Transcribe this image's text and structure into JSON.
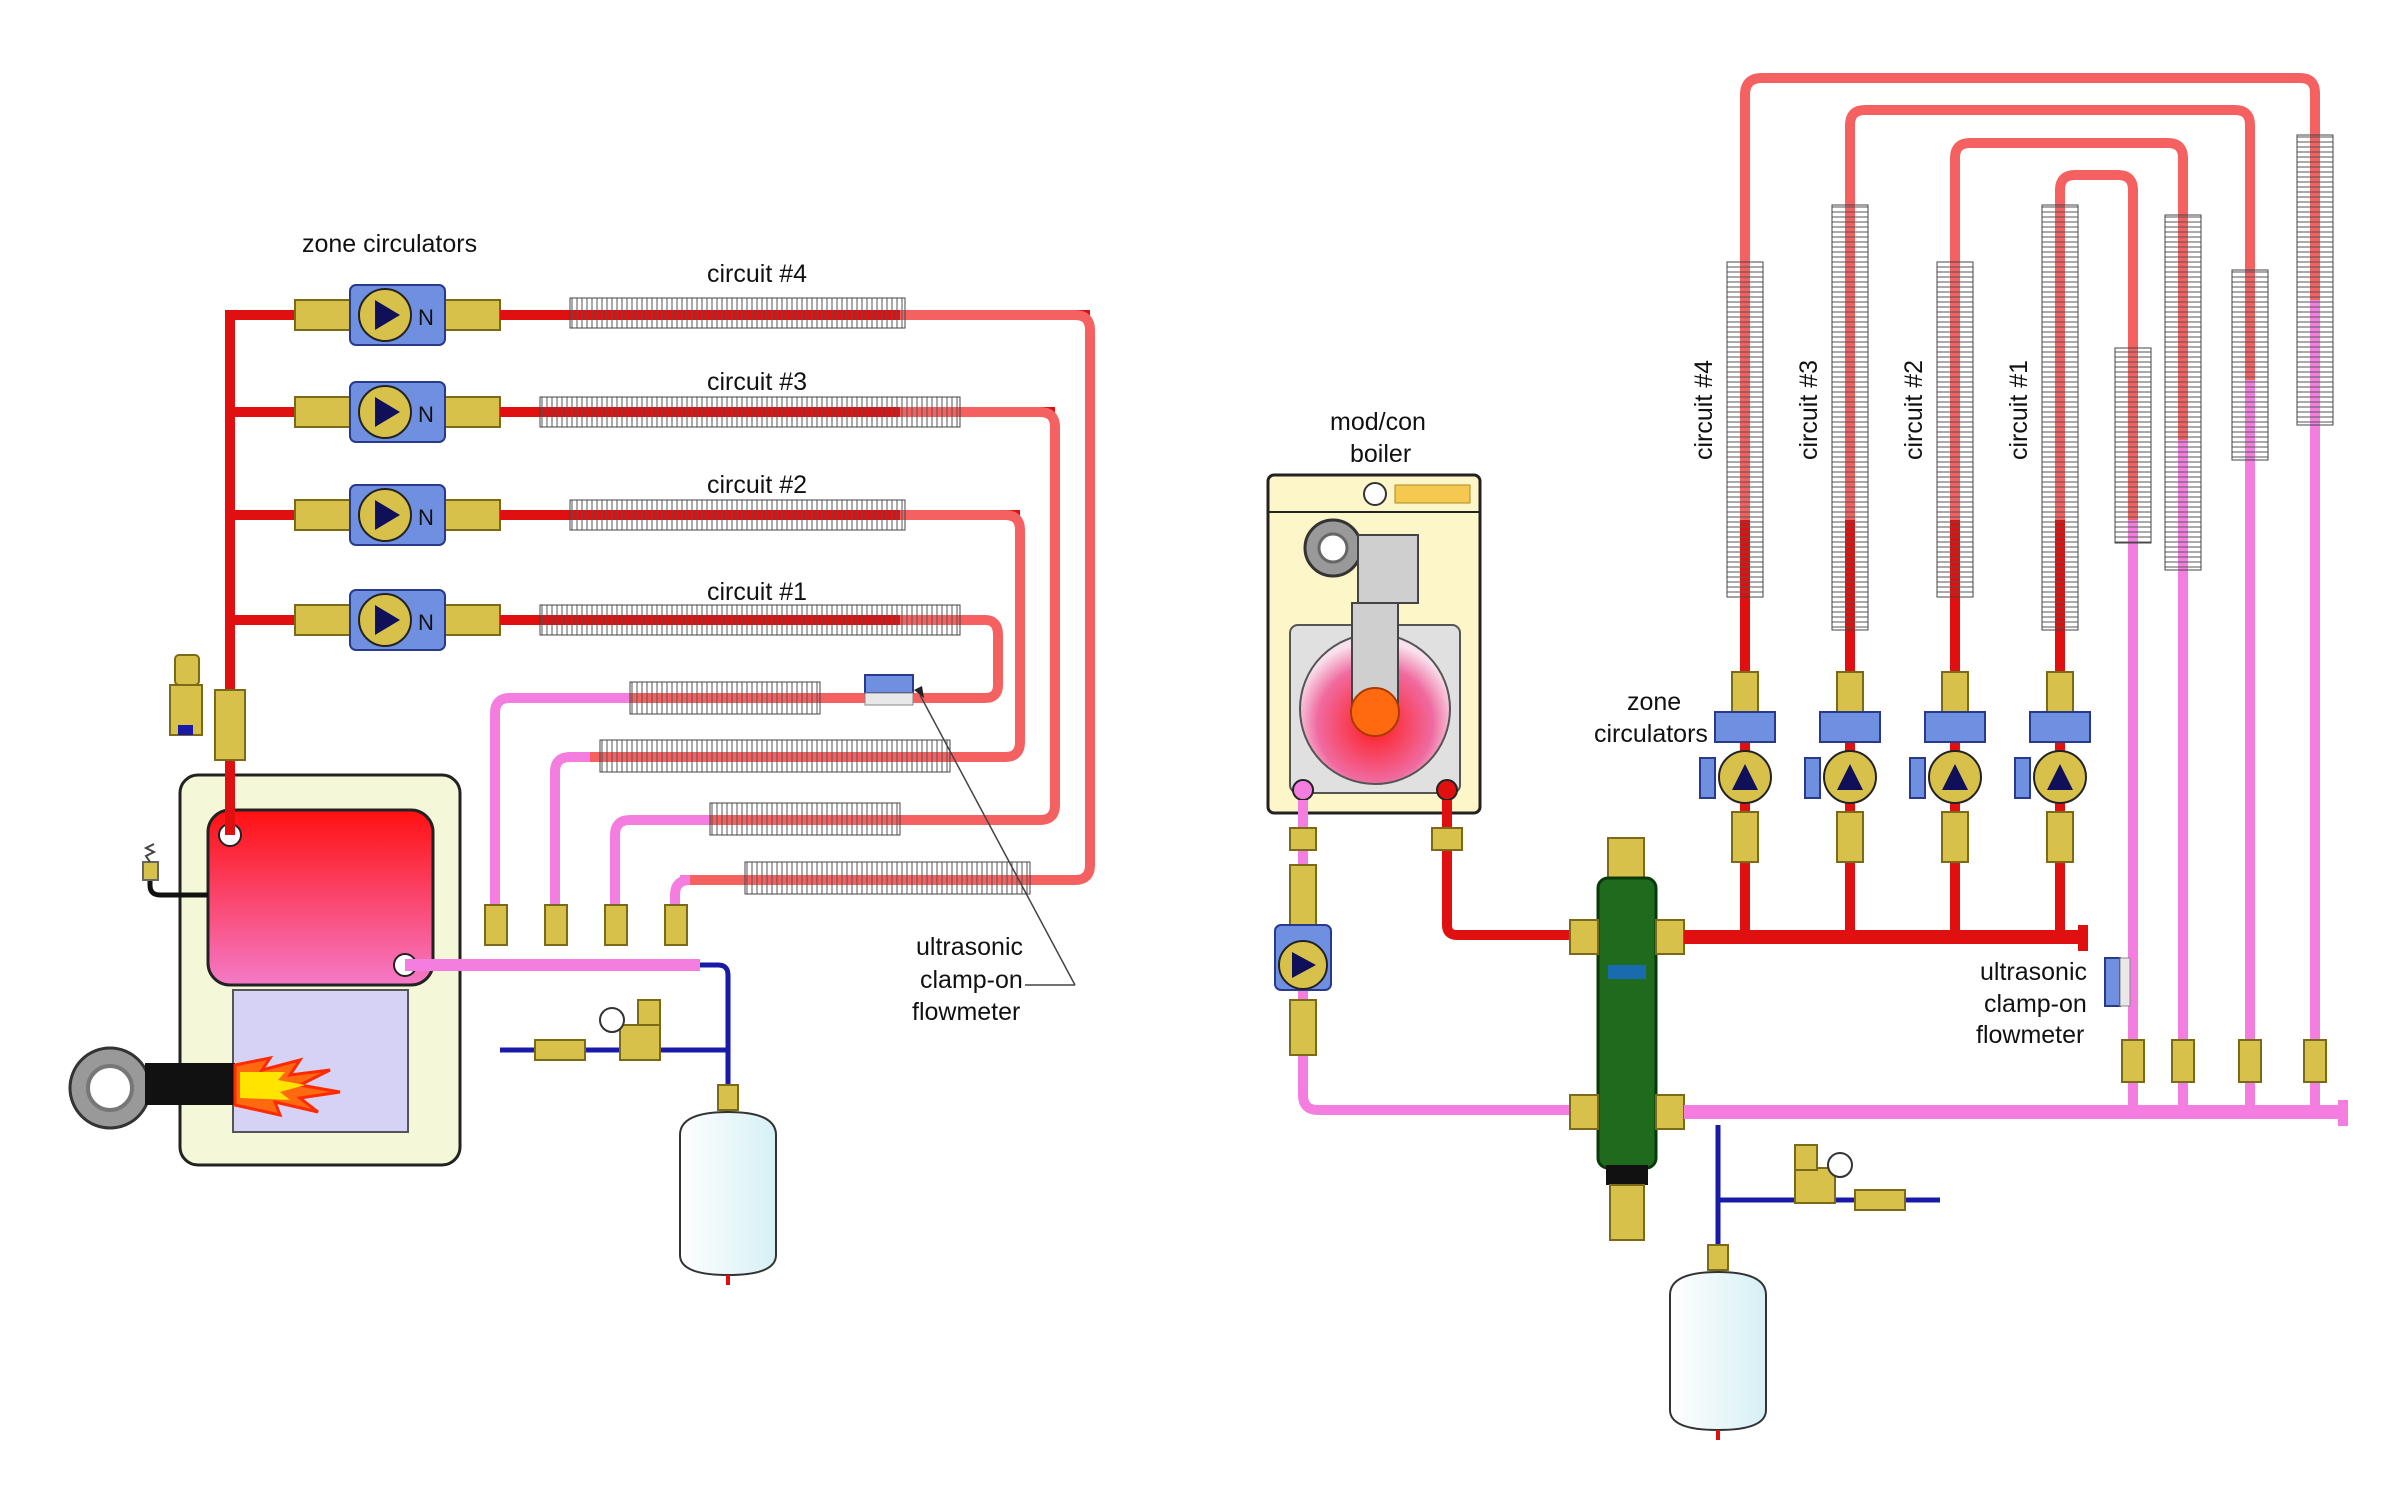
{
  "left_system": {
    "zone_circulators_label": "zone circulators",
    "circuits": [
      "circuit #4",
      "circuit #3",
      "circuit #2",
      "circuit #1"
    ],
    "flowmeter_label": [
      "ultrasonic",
      "clamp-on",
      "flowmeter"
    ]
  },
  "right_system": {
    "boiler_label": [
      "mod/con",
      "boiler"
    ],
    "zone_circulators_label": [
      "zone",
      "circulators"
    ],
    "circuits": [
      "circuit #4",
      "circuit #3",
      "circuit #2",
      "circuit #1"
    ],
    "flowmeter_label": [
      "ultrasonic",
      "clamp-on",
      "flowmeter"
    ]
  },
  "colors": {
    "supply_hot": "#e01010",
    "supply_warm": "#f56060",
    "return": "#f47ee0",
    "cold_water": "#1a1aa8",
    "brass": "#d8c14a",
    "circulator": "#6f8fe0",
    "separator": "#1e6b1e",
    "boiler_cabinet": "#fdf6c8",
    "expansion_tank": "#eaf8fb"
  },
  "icons": [
    "zone-circulator-icon",
    "ball-valve-icon",
    "baseboard-fin-tube-icon",
    "ultrasonic-flowmeter-icon",
    "expansion-tank-icon",
    "pressure-reducing-valve-icon",
    "air-vent-icon",
    "pressure-relief-valve-icon",
    "oil-burner-icon",
    "flame-icon",
    "hydraulic-separator-icon",
    "balancing-valve-icon"
  ]
}
